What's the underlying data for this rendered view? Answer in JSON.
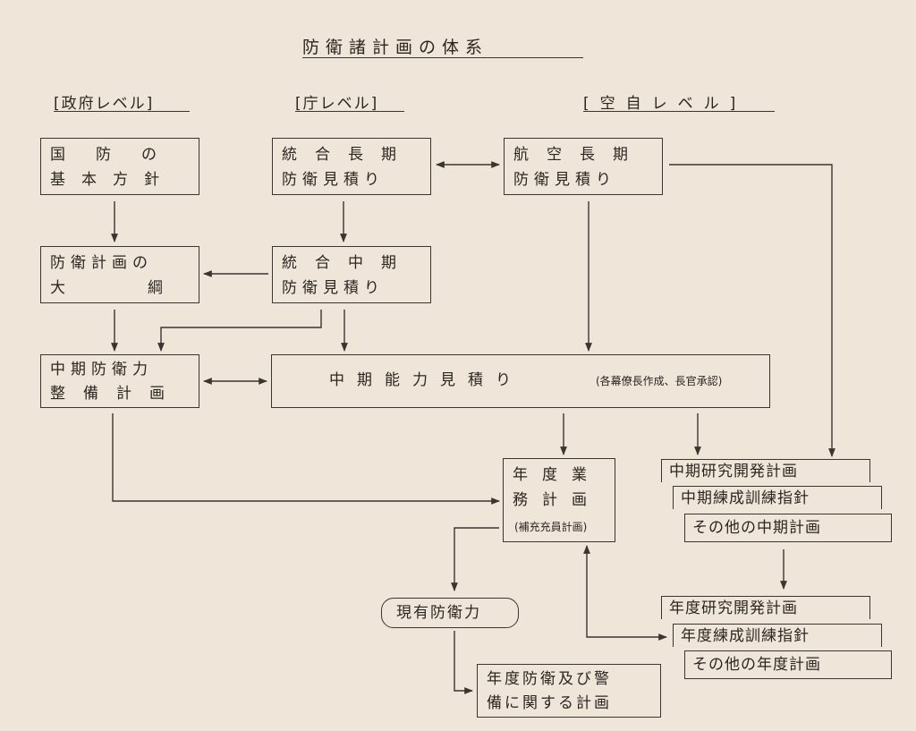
{
  "title": "防衛諸計画の体系",
  "levels": {
    "government": "[政府レベル]",
    "agency": "[庁レベル]",
    "asdf": "[空自レベル]"
  },
  "nodes": {
    "basic_policy": [
      "国防の",
      "基本方針"
    ],
    "joint_long": [
      "統合長期",
      "防衛見積り"
    ],
    "air_long": [
      "航空長期",
      "防衛見積り"
    ],
    "outline": [
      "防衛計画の",
      "大綱"
    ],
    "joint_mid": [
      "統合中期",
      "防衛見積り"
    ],
    "mid_buildup": [
      "中期防衛力",
      "整備計画"
    ],
    "mid_capability": "中期能力見積り",
    "mid_capability_note": "(各幕僚長作成、長官承認)",
    "annual_ops": [
      "年度業",
      "務計画"
    ],
    "annual_ops_note": "(補充充員計画)",
    "mid_rnd": "中期研究開発計画",
    "mid_training": "中期練成訓練指針",
    "mid_other": "その他の中期計画",
    "current_force": "現有防衛力",
    "annual_rnd": "年度研究開発計画",
    "annual_training": "年度練成訓練指針",
    "annual_other": "その他の年度計画",
    "annual_defense": [
      "年度防衛及び警",
      "備に関する計画"
    ]
  }
}
